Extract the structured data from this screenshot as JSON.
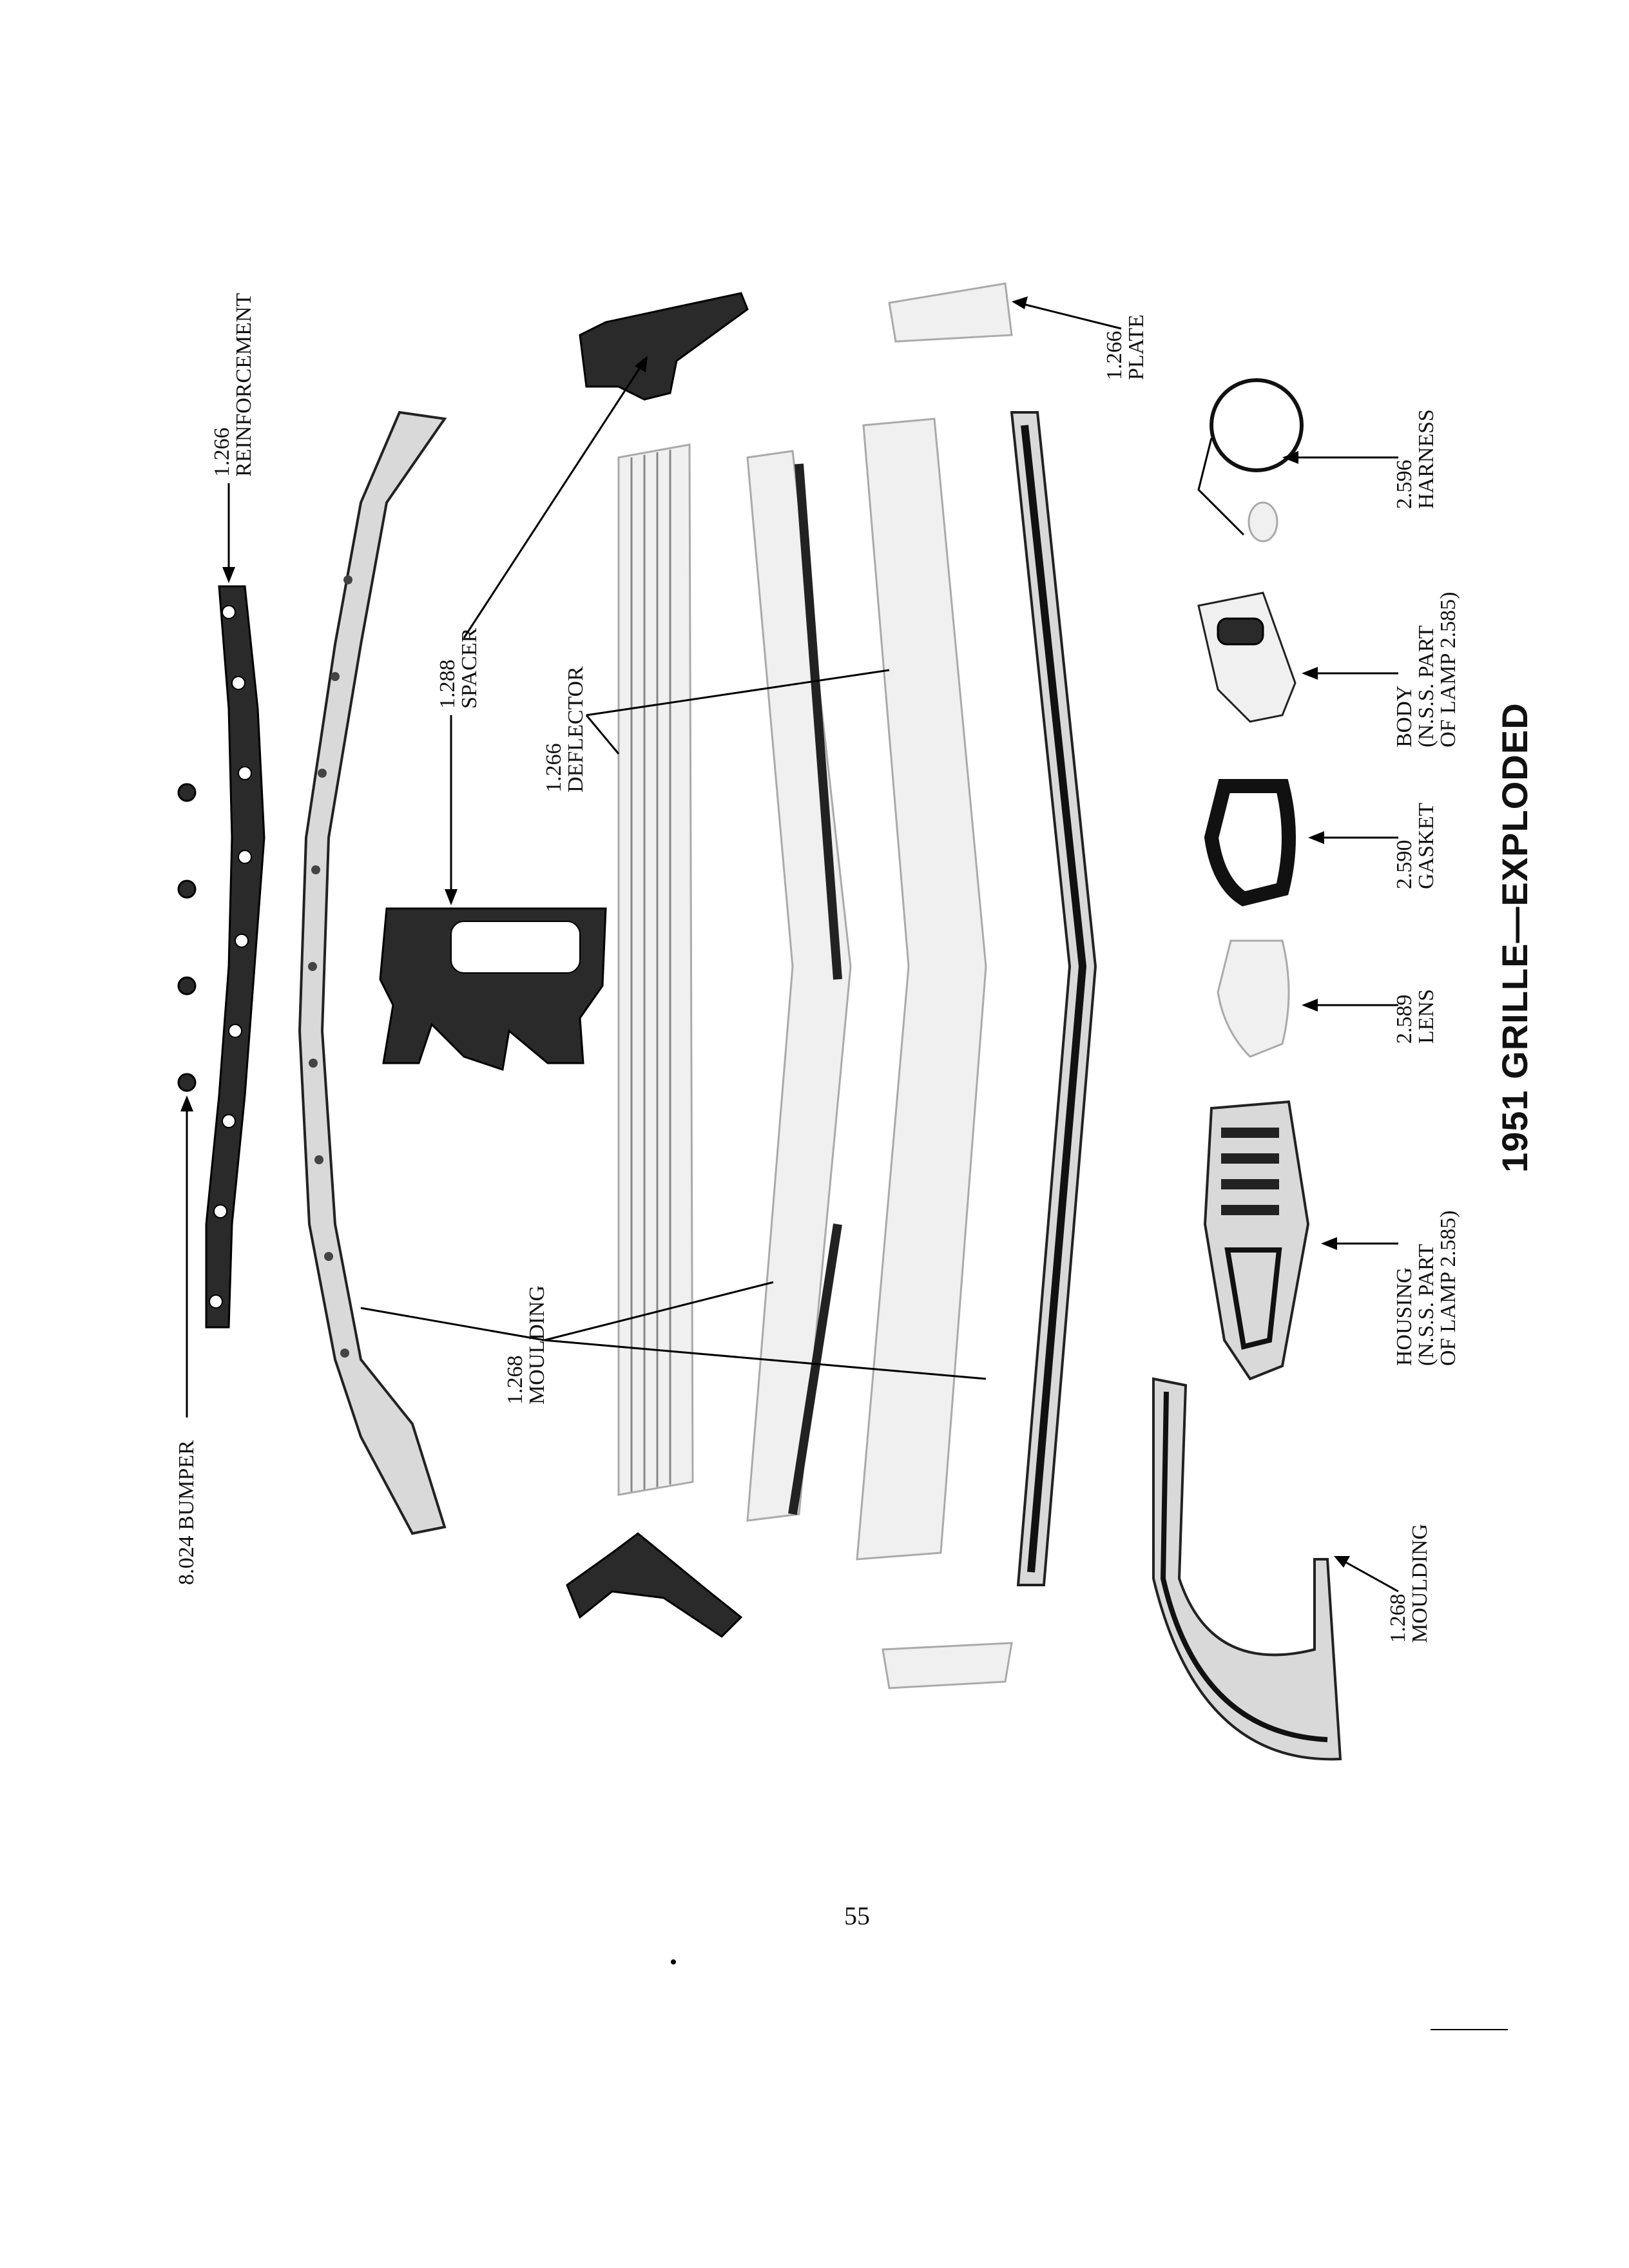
{
  "title": "1951 GRILLE—EXPLODED",
  "page_number": "55",
  "labels": {
    "bumper": "8.024 BUMPER",
    "reinforcement": {
      "line1": "1.266",
      "line2": "REINFORCEMENT"
    },
    "spacer": {
      "line1": "1.288",
      "line2": "SPACER"
    },
    "deflector": {
      "line1": "1.266",
      "line2": "DEFLECTOR"
    },
    "moulding_center": {
      "line1": "1.268",
      "line2": "MOULDING"
    },
    "plate": {
      "line1": "1.266",
      "line2": "PLATE"
    },
    "harness": {
      "line1": "2.596",
      "line2": "HARNESS"
    },
    "body": {
      "line1": "BODY",
      "line2": "(N.S.S. PART",
      "line3": "OF LAMP 2.585)"
    },
    "gasket": {
      "line1": "2.590",
      "line2": "GASKET"
    },
    "lens": {
      "line1": "2.589",
      "line2": "LENS"
    },
    "housing": {
      "line1": "HOUSING",
      "line2": "(N.S.S. PART",
      "line3": "OF LAMP 2.585)"
    },
    "moulding_end": {
      "line1": "1.268",
      "line2": "MOULDING"
    }
  }
}
